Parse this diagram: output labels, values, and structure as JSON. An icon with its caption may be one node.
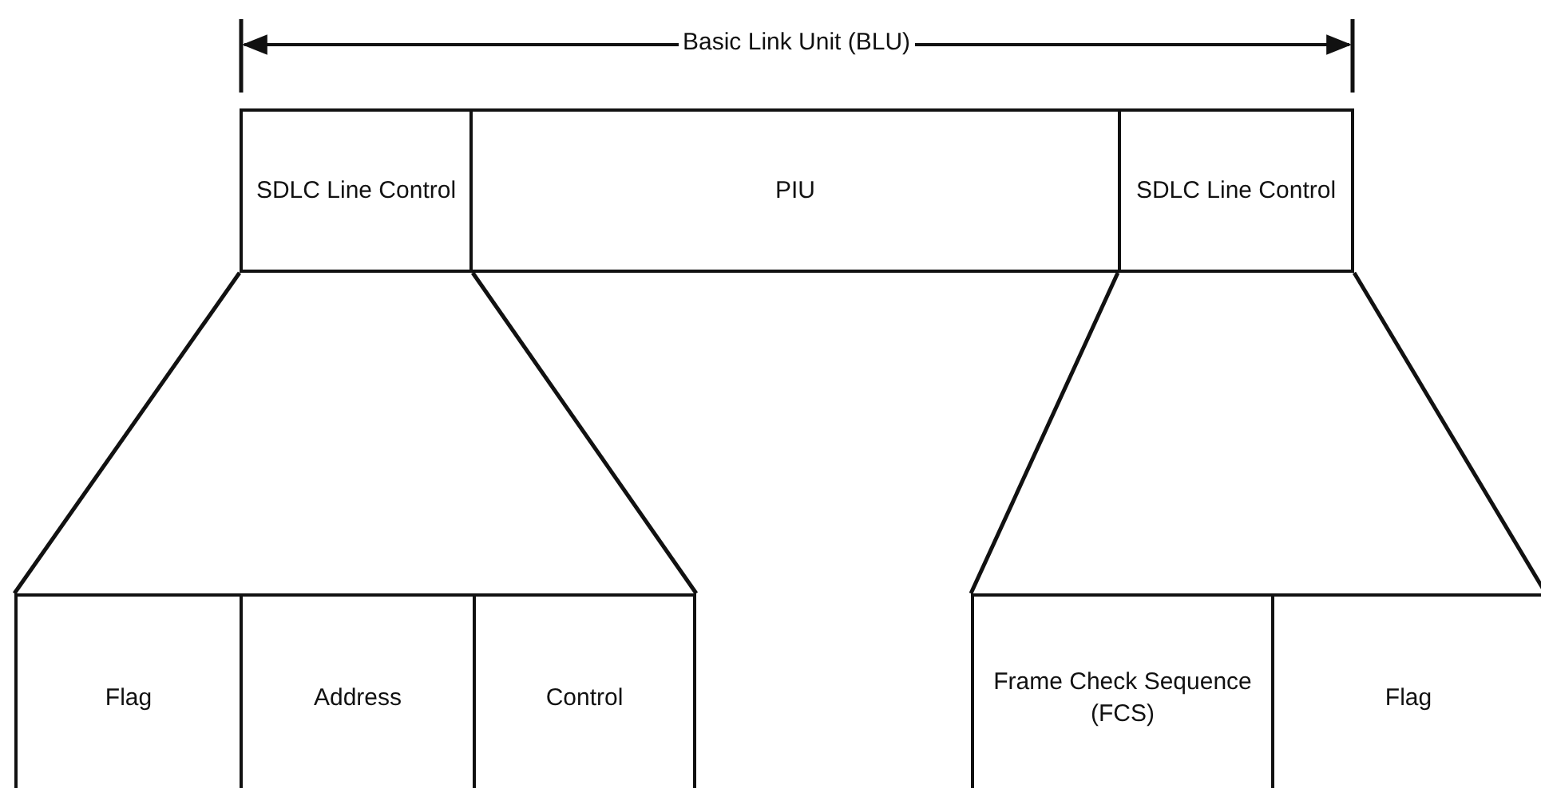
{
  "diagram": {
    "nodes": [
      {
        "text": [
          "SDLC Line Control"
        ]
      },
      {
        "text": [
          "PIU"
        ]
      },
      {
        "text": [
          "SDLC Line Control"
        ]
      },
      {
        "text": [
          "Flag"
        ]
      },
      {
        "text": [
          "Address"
        ]
      },
      {
        "text": [
          "Control"
        ]
      },
      {
        "text": [
          "Frame Check Sequence (FCS)"
        ]
      },
      {
        "text": [
          "Flag"
        ]
      }
    ],
    "edges": [
      {
        "from": 0,
        "to": 3,
        "arrow": "none"
      },
      {
        "from": 0,
        "to": 5,
        "arrow": "none"
      },
      {
        "from": 2,
        "to": 6,
        "arrow": "none"
      },
      {
        "from": 2,
        "to": 7,
        "arrow": "none"
      }
    ],
    "labels": [
      "Basic Link Unit (BLU)"
    ]
  }
}
